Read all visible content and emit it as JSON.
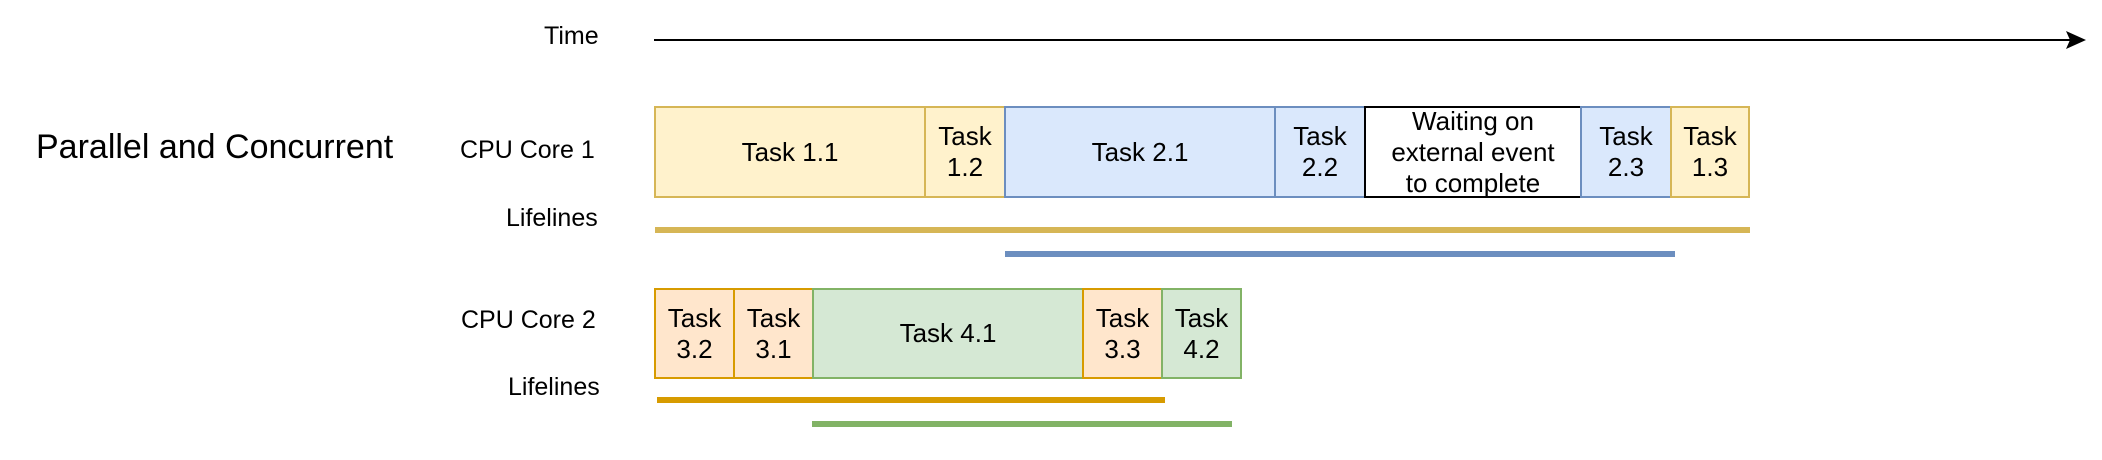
{
  "header": {
    "time_label": "Time"
  },
  "diagram_title": "Parallel and Concurrent",
  "cores": [
    {
      "label": "CPU Core 1",
      "lifelines_label": "Lifelines",
      "tasks": [
        {
          "text": "Task 1.1"
        },
        {
          "text": "Task\n1.2"
        },
        {
          "text": "Task 2.1"
        },
        {
          "text": "Task\n2.2"
        },
        {
          "text": "Waiting on\nexternal event\nto complete"
        },
        {
          "text": "Task\n2.3"
        },
        {
          "text": "Task\n1.3"
        }
      ]
    },
    {
      "label": "CPU Core 2",
      "lifelines_label": "Lifelines",
      "tasks": [
        {
          "text": "Task\n3.2"
        },
        {
          "text": "Task\n3.1"
        },
        {
          "text": "Task 4.1"
        },
        {
          "text": "Task\n3.3"
        },
        {
          "text": "Task\n4.2"
        }
      ]
    }
  ],
  "colors": {
    "task1_fill": "#fff2cc",
    "task1_stroke": "#d6b656",
    "task2_fill": "#dae8fc",
    "task2_stroke": "#6c8ebf",
    "task3_fill": "#ffe6cc",
    "task3_stroke": "#d79b00",
    "task4_fill": "#d5e8d4",
    "task4_stroke": "#82b366",
    "lifeline_task1": "#d6b656",
    "lifeline_task2": "#6c8ebf",
    "lifeline_task3": "#d79b00",
    "lifeline_task4": "#82b366"
  }
}
